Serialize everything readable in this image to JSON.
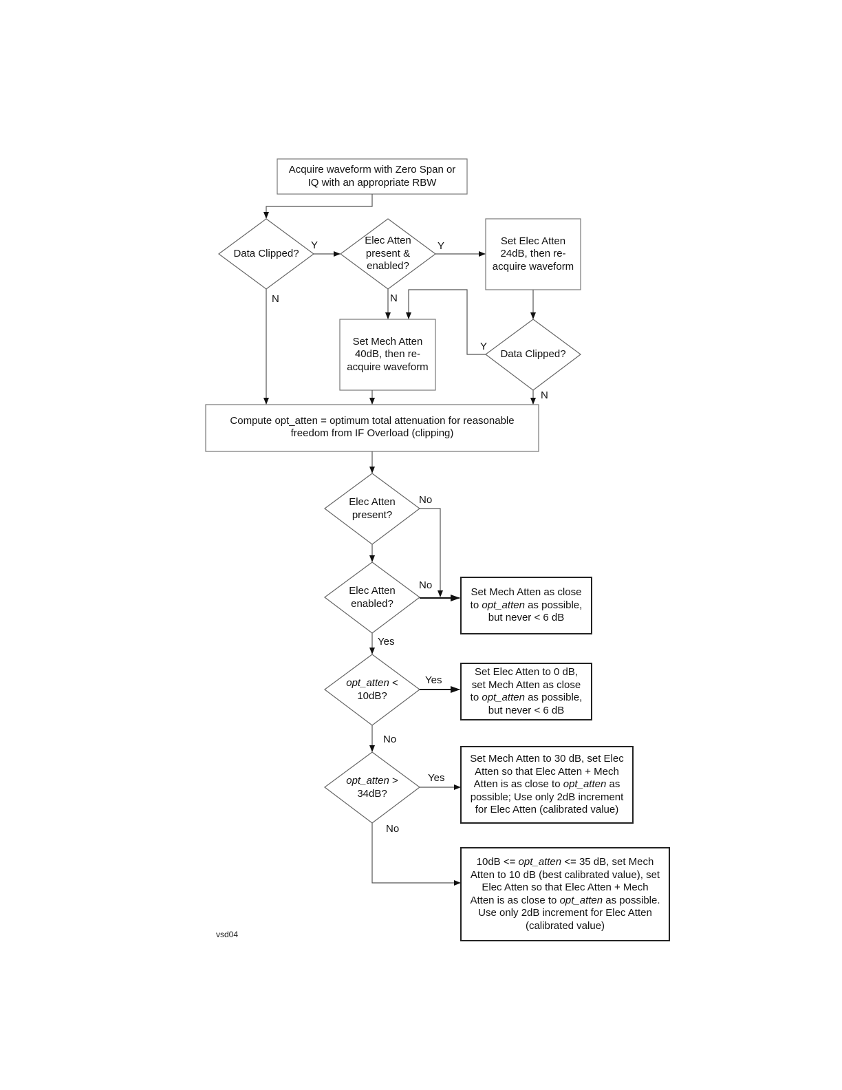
{
  "nodes": {
    "acquire": {
      "lines": [
        "Acquire waveform with Zero Span or",
        "IQ with an appropriate RBW"
      ]
    },
    "data_clipped_1": {
      "lines": [
        "Data Clipped?"
      ]
    },
    "elec_atten_present_enabled": {
      "lines": [
        "Elec Atten",
        "present &",
        "enabled?"
      ]
    },
    "set_elec_atten_24": {
      "lines": [
        "Set Elec Atten",
        "24dB, then re-",
        "acquire waveform"
      ]
    },
    "set_mech_atten_40": {
      "lines": [
        "Set Mech Atten",
        "40dB, then re-",
        "acquire waveform"
      ]
    },
    "data_clipped_2": {
      "lines": [
        "Data Clipped?"
      ]
    },
    "compute_opt_atten": {
      "lines": [
        "Compute opt_atten = optimum total attenuation for reasonable",
        "freedom from IF Overload (clipping)"
      ]
    },
    "elec_atten_present": {
      "lines": [
        "Elec Atten",
        "present?"
      ]
    },
    "elec_atten_enabled": {
      "lines": [
        "Elec Atten",
        "enabled?"
      ]
    },
    "set_mech_close": {
      "lines": [
        "Set Mech Atten as close",
        "to |opt_atten| as possible,",
        "but never < 6 dB"
      ]
    },
    "opt_lt_10": {
      "lines": [
        "|opt_atten| <",
        "10dB?"
      ]
    },
    "set_elec_0": {
      "lines": [
        "Set Elec Atten to 0 dB,",
        "set Mech Atten as close",
        "to |opt_atten| as possible,",
        "but never < 6 dB"
      ]
    },
    "opt_gt_34": {
      "lines": [
        "|opt_atten| >",
        "34dB?"
      ]
    },
    "set_mech_30": {
      "lines": [
        "Set Mech Atten to 30 dB, set Elec",
        "Atten so that Elec Atten + Mech",
        "Atten is as close to |opt_atten| as",
        "possible; Use only 2dB increment",
        "for Elec Atten (calibrated value)"
      ]
    },
    "range_10_35": {
      "lines": [
        "10dB <= |opt_atten| <= 35 dB, set Mech",
        "Atten to 10 dB (best calibrated value), set",
        "Elec Atten so that Elec Atten + Mech",
        "Atten is as close to |opt_atten| as possible.",
        "Use only 2dB increment for Elec Atten",
        "(calibrated value)"
      ]
    }
  },
  "edge_labels": {
    "dc1_y": "Y",
    "dc1_n": "N",
    "eape_y": "Y",
    "eape_n": "N",
    "dc2_y": "Y",
    "dc2_n": "N",
    "eap_no": "No",
    "eae_no": "No",
    "eae_yes": "Yes",
    "lt10_yes": "Yes",
    "lt10_no": "No",
    "gt34_yes": "Yes",
    "gt34_no": "No"
  },
  "figure_code": "vsd04"
}
